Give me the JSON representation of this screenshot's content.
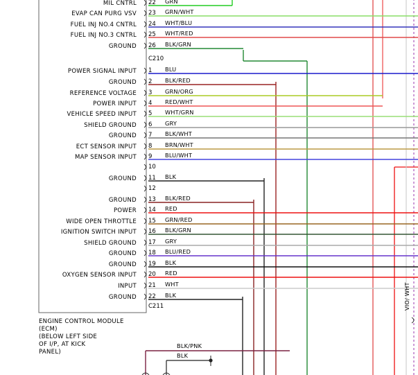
{
  "module": {
    "name_lines": [
      "ENGINE CONTROL MODULE",
      "(ECM)",
      "(BELOW LEFT SIDE",
      "OF I/P, AT KICK",
      "PANEL)"
    ],
    "connector_top": "C210",
    "connector_bottom": "C211"
  },
  "pins": [
    {
      "pin": "22",
      "label": "MIL CNTRL",
      "wire": "GRN",
      "color": "#22cc22"
    },
    {
      "pin": "23",
      "label": "EVAP CAN PURG VSV",
      "wire": "GRN/WHT",
      "color": "#88dd66"
    },
    {
      "pin": "24",
      "label": "FUEL INJ NO.4 CNTRL",
      "wire": "WHT/BLU",
      "color": "#3333bb"
    },
    {
      "pin": "25",
      "label": "FUEL INJ NO.3 CNTRL",
      "wire": "WHT/RED",
      "color": "#e04a4a"
    },
    {
      "pin": "26",
      "label": "GROUND",
      "wire": "BLK/GRN",
      "color": "#228833"
    },
    {
      "pin": "1",
      "label": "POWER SIGNAL INPUT",
      "wire": "BLU",
      "color": "#1a1acc"
    },
    {
      "pin": "2",
      "label": "GROUND",
      "wire": "BLK/RED",
      "color": "#992222"
    },
    {
      "pin": "3",
      "label": "REFERENCE VOLTAGE",
      "wire": "GRN/ORG",
      "color": "#aacc22"
    },
    {
      "pin": "4",
      "label": "POWER INPUT",
      "wire": "RED/WHT",
      "color": "#ee5555"
    },
    {
      "pin": "5",
      "label": "VEHICLE SPEED INPUT",
      "wire": "WHT/GRN",
      "color": "#99dd77"
    },
    {
      "pin": "6",
      "label": "SHIELD GROUND",
      "wire": "GRY",
      "color": "#999999"
    },
    {
      "pin": "7",
      "label": "GROUND",
      "wire": "BLK/WHT",
      "color": "#777777"
    },
    {
      "pin": "8",
      "label": "ECT SENSOR INPUT",
      "wire": "BRN/WHT",
      "color": "#bb9944"
    },
    {
      "pin": "9",
      "label": "MAP SENSOR INPUT",
      "wire": "BLU/WHT",
      "color": "#4444dd"
    },
    {
      "pin": "10",
      "label": "",
      "wire": "",
      "color": ""
    },
    {
      "pin": "11",
      "label": "GROUND",
      "wire": "BLK",
      "color": "#222222"
    },
    {
      "pin": "12",
      "label": "",
      "wire": "",
      "color": ""
    },
    {
      "pin": "13",
      "label": "GROUND",
      "wire": "BLK/RED",
      "color": "#882222"
    },
    {
      "pin": "14",
      "label": "POWER",
      "wire": "RED",
      "color": "#ee1111"
    },
    {
      "pin": "15",
      "label": "WIDE OPEN THROTTLE",
      "wire": "GRN/RED",
      "color": "#996622"
    },
    {
      "pin": "16",
      "label": "IGNITION SWITCH INPUT",
      "wire": "BLK/GRN",
      "color": "#335533"
    },
    {
      "pin": "17",
      "label": "SHIELD GROUND",
      "wire": "GRY",
      "color": "#aaaaaa"
    },
    {
      "pin": "18",
      "label": "GROUND",
      "wire": "BLU/RED",
      "color": "#6633cc"
    },
    {
      "pin": "19",
      "label": "GROUND",
      "wire": "BLK",
      "color": "#111111"
    },
    {
      "pin": "20",
      "label": "OXYGEN SENSOR INPUT",
      "wire": "RED",
      "color": "#ee1111"
    },
    {
      "pin": "21",
      "label": "INPUT",
      "wire": "WHT",
      "color": "#cccccc"
    },
    {
      "pin": "22",
      "label": "GROUND",
      "wire": "BLK",
      "color": "#222222"
    }
  ],
  "extra_wires": {
    "blk_pnk": "BLK/PNK",
    "blk": "BLK",
    "vio_wht": "VIO/ WHT"
  }
}
